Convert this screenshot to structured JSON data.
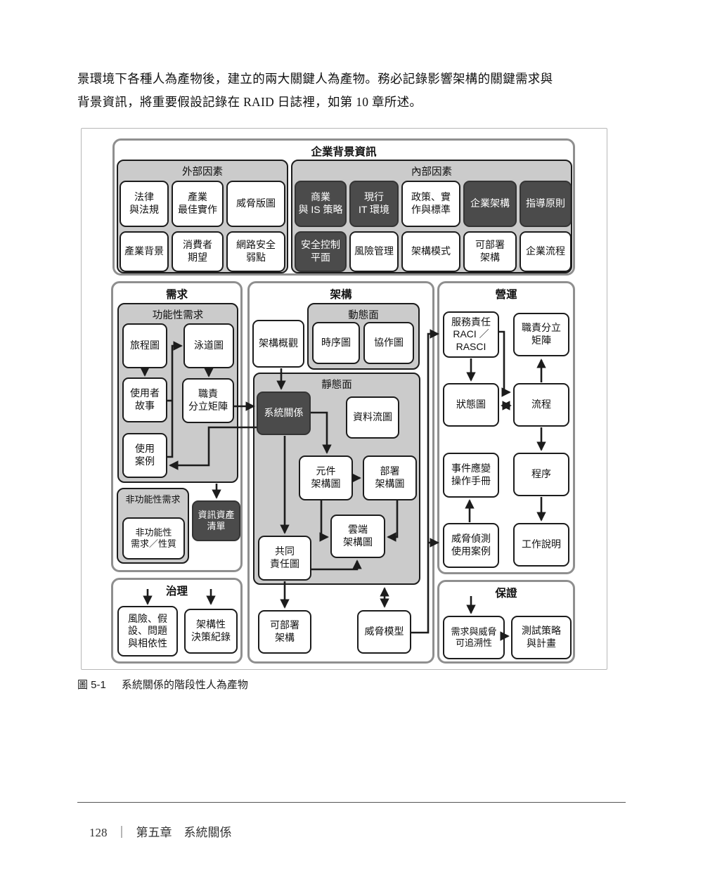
{
  "page": {
    "body_text": "景環境下各種人為產物後，建立的兩大關鍵人為產物。務必記錄影響架構的關鍵需求與\n背景資訊，將重要假設記錄在 RAID 日誌裡，如第 10 章所述。",
    "caption_label": "圖 5-1",
    "caption_text": "系統關係的階段性人為產物",
    "footer_page": "128",
    "footer_separator": "｜",
    "footer_chapter": "第五章　系統關係"
  },
  "colors": {
    "dark_box_bg": "#4b4b4b",
    "dark_box_text": "#ffffff",
    "panel_gray_bg": "#cbcbcb",
    "section_border": "#8f8f8f",
    "box_border": "#1c1c1c",
    "figure_frame": "#b8b8b8"
  },
  "sections": {
    "enterprise_context": {
      "title": "企業背景資訊"
    },
    "external_factors": {
      "title": "外部因素"
    },
    "internal_factors": {
      "title": "內部因素"
    },
    "requirements": {
      "title": "需求"
    },
    "functional": {
      "title": "功能性需求"
    },
    "non_functional": {
      "title": "非功能性需求"
    },
    "governance": {
      "title": "治理"
    },
    "architecture": {
      "title": "架構"
    },
    "dynamic_view": {
      "title": "動態面"
    },
    "static_view": {
      "title": "靜態面"
    },
    "operations": {
      "title": "營運"
    },
    "assurance": {
      "title": "保證"
    }
  },
  "nodes": {
    "laws": {
      "label": "法律\n與法規"
    },
    "best_practices": {
      "label": "產業\n最佳實作"
    },
    "threat_landscape": {
      "label": "威脅版圖"
    },
    "industry_context": {
      "label": "產業背景"
    },
    "consumer_expectations": {
      "label": "消費者\n期望"
    },
    "cyber_weaknesses": {
      "label": "網路安全\n弱點"
    },
    "business_is_strategy": {
      "label": "商業\n與 IS 策略"
    },
    "current_it": {
      "label": "現行\nIT 環境"
    },
    "policies_standards": {
      "label": "政策、實\n作與標準"
    },
    "enterprise_architecture": {
      "label": "企業架構"
    },
    "guiding_principles": {
      "label": "指導原則"
    },
    "security_control_plane": {
      "label": "安全控制\n平面"
    },
    "risk_management": {
      "label": "風險管理"
    },
    "architecture_patterns": {
      "label": "架構模式"
    },
    "deployable_architecture_context": {
      "label": "可部署\n架構"
    },
    "enterprise_processes": {
      "label": "企業流程"
    },
    "journey_map": {
      "label": "旅程圖"
    },
    "swimlane_diagram": {
      "label": "泳道圖"
    },
    "user_stories": {
      "label": "使用者\n故事"
    },
    "sod_matrix_req": {
      "label": "職責\n分立矩陣"
    },
    "use_cases": {
      "label": "使用\n案例"
    },
    "nfr_quality": {
      "label": "非功能性\n需求／性質"
    },
    "info_asset_register": {
      "label": "資訊資產\n清單"
    },
    "raid_log": {
      "label": "風險、假\n設、問題\n與相依性"
    },
    "adr": {
      "label": "架構性\n決策紀錄"
    },
    "architecture_overview": {
      "label": "架構概觀"
    },
    "sequence_diagram": {
      "label": "時序圖"
    },
    "collaboration_diagram": {
      "label": "協作圖"
    },
    "system_context": {
      "label": "系統關係"
    },
    "data_flow_diagram": {
      "label": "資料流圖"
    },
    "component_architecture": {
      "label": "元件\n架構圖"
    },
    "deployment_architecture": {
      "label": "部署\n架構圖"
    },
    "cloud_architecture": {
      "label": "雲端\n架構圖"
    },
    "shared_responsibility": {
      "label": "共同\n責任圖"
    },
    "deployable_architecture": {
      "label": "可部署\n架構"
    },
    "threat_model": {
      "label": "威脅模型"
    },
    "service_raci": {
      "label": "服務責任\nRACI ／\nRASCI"
    },
    "sod_matrix_ops": {
      "label": "職責分立\n矩陣"
    },
    "state_diagram": {
      "label": "狀態圖"
    },
    "processes": {
      "label": "流程"
    },
    "incident_runbook": {
      "label": "事件應變\n操作手冊"
    },
    "procedures": {
      "label": "程序"
    },
    "threat_detection_use_cases": {
      "label": "威脅偵測\n使用案例"
    },
    "work_instructions": {
      "label": "工作說明"
    },
    "traceability": {
      "label": "需求與威脅\n可追溯性"
    },
    "test_strategy": {
      "label": "測試策略\n與計畫"
    }
  }
}
